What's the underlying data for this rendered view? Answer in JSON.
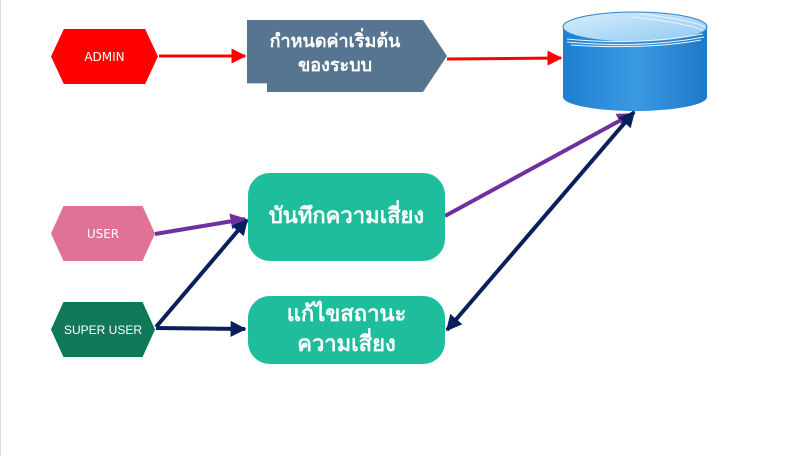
{
  "nodes": {
    "admin": "ADMIN",
    "user": "USER",
    "super_user": "SUPER USER",
    "config_line1": "กำหนดค่าเริ่มต้น",
    "config_line2": "ของระบบ",
    "record": "บันทึกความเสี่ยง",
    "edit_line1": "แก้ไขสถานะ",
    "edit_line2": "ความเสี่ยง"
  },
  "colors": {
    "admin": "#ff0000",
    "user": "#e07395",
    "super_user": "#12785b",
    "config": "#577591",
    "process": "#1ebd9b",
    "database": "#2e8fd8",
    "arrow_red": "#ff0000",
    "arrow_purple": "#7030a0",
    "arrow_navy": "#0b1f5c"
  },
  "icons": {
    "database": "database-cylinder-icon"
  }
}
